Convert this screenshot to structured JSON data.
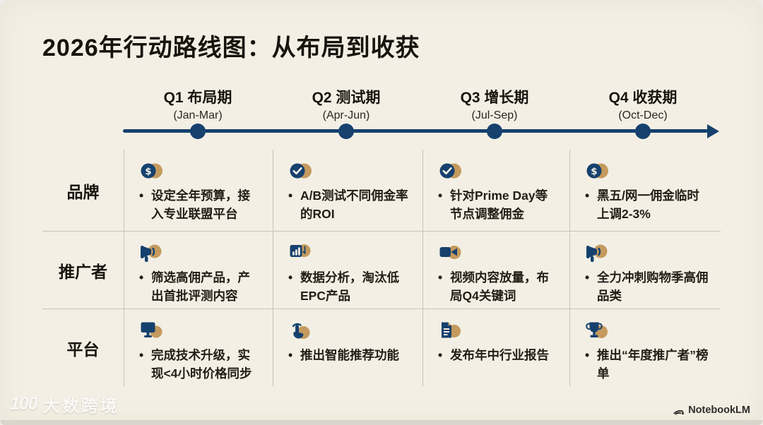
{
  "title": "2026年行动路线图：从布局到收获",
  "ui": {
    "bullet": "•"
  },
  "colors": {
    "navy": "#16416e",
    "gold": "#c49a5e",
    "background": "#f3efe4",
    "grid_line": "#c7c3b8"
  },
  "timeline": {
    "quarters": [
      {
        "label": "Q1 布局期",
        "range": "(Jan-Mar)"
      },
      {
        "label": "Q2 测试期",
        "range": "(Apr-Jun)"
      },
      {
        "label": "Q3 增长期",
        "range": "(Jul-Sep)"
      },
      {
        "label": "Q4 收获期",
        "range": "(Oct-Dec)"
      }
    ]
  },
  "matrix": {
    "rows": [
      {
        "label": "品牌",
        "cells": [
          {
            "icon": "dollar-coin",
            "text": "设定全年预算，接入专业联盟平台"
          },
          {
            "icon": "check-circle",
            "text": "A/B测试不同佣金率的ROI"
          },
          {
            "icon": "check-circle",
            "text": "针对Prime Day等节点调整佣金"
          },
          {
            "icon": "dollar-coin",
            "text": "黑五/网一佣金临时上调2-3%"
          }
        ]
      },
      {
        "label": "推广者",
        "cells": [
          {
            "icon": "megaphone",
            "text": "筛选高佣产品，产出首批评测内容"
          },
          {
            "icon": "bar-chart",
            "text": "数据分析，淘汰低EPC产品"
          },
          {
            "icon": "video-camera",
            "text": "视频内容放量，布局Q4关键词"
          },
          {
            "icon": "megaphone",
            "text": "全力冲刺购物季高佣品类"
          }
        ]
      },
      {
        "label": "平台",
        "cells": [
          {
            "icon": "monitor",
            "text": "完成技术升级，实现<4小时价格同步"
          },
          {
            "icon": "tap-finger",
            "text": "推出智能推荐功能"
          },
          {
            "icon": "document-report",
            "text": "发布年中行业报告"
          },
          {
            "icon": "trophy",
            "text": "推出“年度推广者”榜单"
          }
        ]
      }
    ]
  },
  "watermarks": {
    "left_logo": "100",
    "left_text": "大数跨境",
    "right_text": "NotebookLM"
  }
}
